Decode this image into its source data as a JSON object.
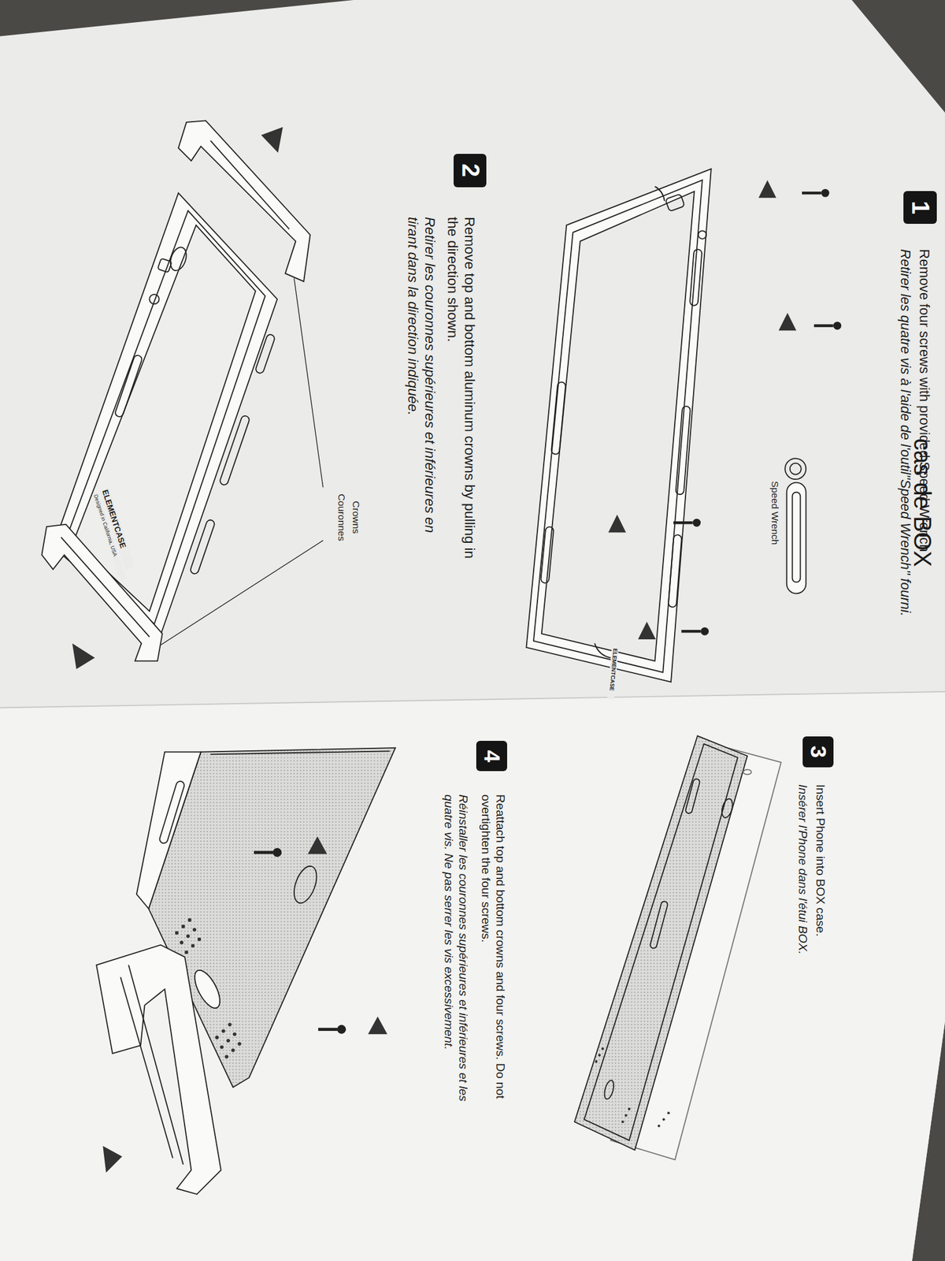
{
  "diagram": {
    "nodes": [
      {
        "text": [
          "1"
        ]
      },
      {
        "text": [
          "2"
        ]
      },
      {
        "text": [
          "3"
        ]
      },
      {
        "text": [
          "4"
        ]
      }
    ],
    "labels": [
      "cas de BOX",
      "Remove four screws with provided Speed Wrench",
      "Retirer les quatre vis à l'aide de l'outil\"Speed Wrench\" fourni.",
      "Speed Wrench",
      "Remove top and bottom aluminum crowns by pulling in the direction shown.",
      "Retirer les couronnes supérieures et inférieures en tirant dans la direction indiquée.",
      "Crowns",
      "Couronnes",
      "ELEMENTCASE",
      "ELEMENTCASE",
      "Designed in California, USA",
      "Insert Phone into BOX case.",
      "Insérer l'Phone dans l'étui BOX.",
      "Reattach top and bottom crowns and four screws. Do not overtighten the four screws.",
      "Réinstaller les couronnes supérieures et inférieures et les quatre vis. Ne pas serrer les vis excessivement."
    ]
  }
}
